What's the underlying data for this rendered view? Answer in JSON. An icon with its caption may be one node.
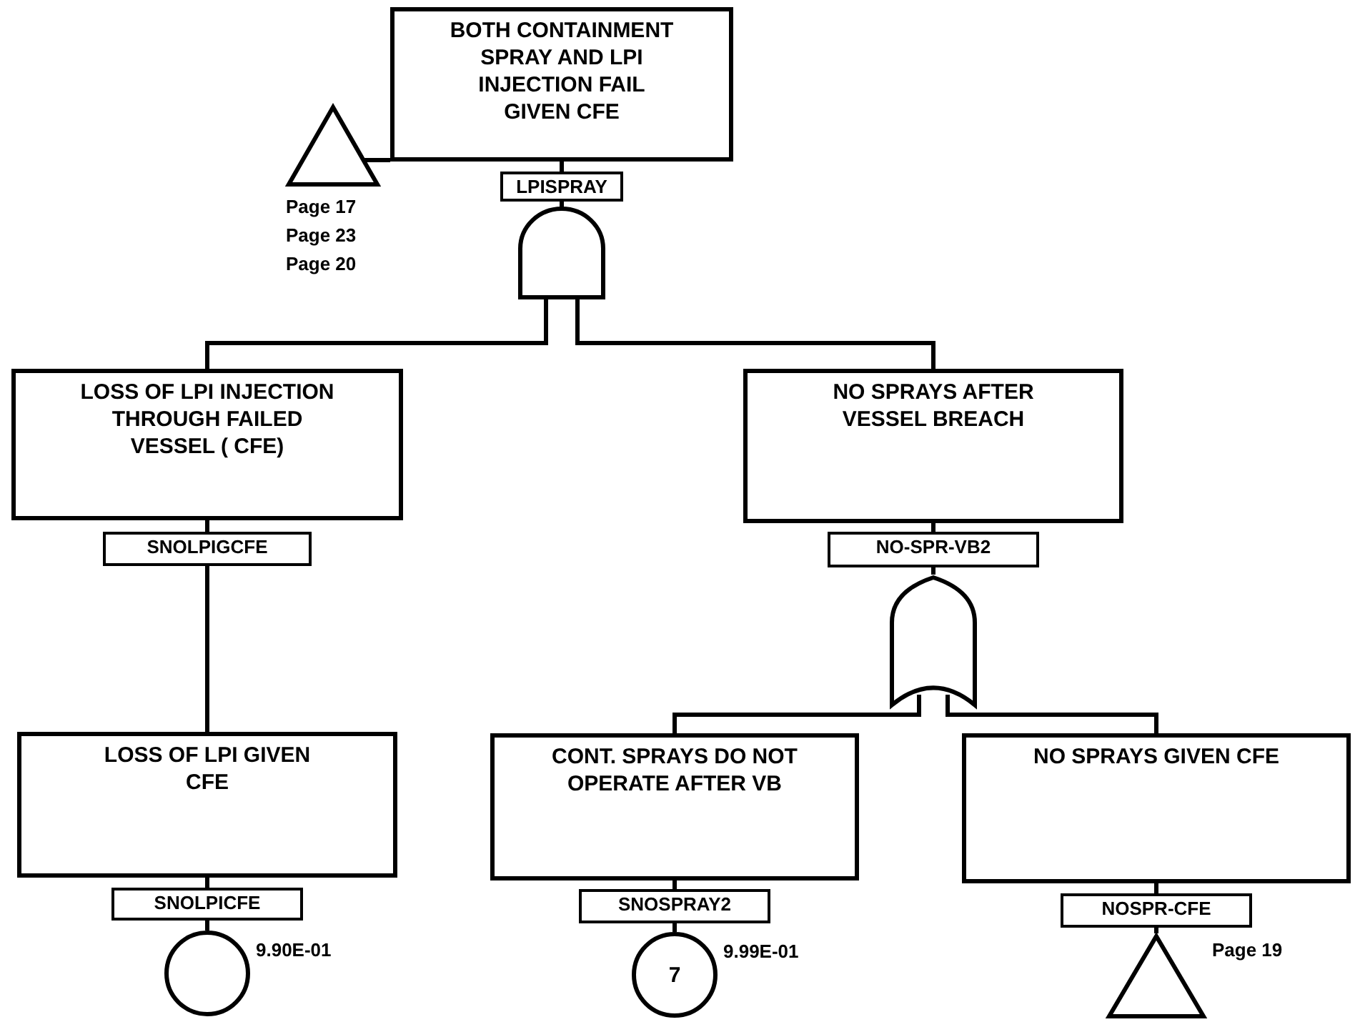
{
  "diagram": {
    "nodes": [
      {
        "text": [
          "BOTH CONTAINMENT SPRAY AND LPI INJECTION FAIL GIVEN CFE"
        ]
      },
      {
        "text": [
          "LPISPRAY"
        ]
      },
      {
        "text": [],
        "shape": "gate"
      },
      {
        "text": [],
        "shape": "triangle",
        "beside": [
          "Page 17",
          "Page 23",
          "Page 20"
        ]
      },
      {
        "text": [
          "LOSS OF LPI INJECTION THROUGH FAILED VESSEL ( CFE)"
        ]
      },
      {
        "text": [
          "SNOLPIGCFE"
        ]
      },
      {
        "text": [
          "LOSS OF LPI GIVEN CFE"
        ]
      },
      {
        "text": [
          "SNOLPICFE"
        ]
      },
      {
        "text": [],
        "shape": "circle",
        "beside": [
          "9.90E-01"
        ]
      },
      {
        "text": [
          "NO SPRAYS AFTER VESSEL BREACH"
        ]
      },
      {
        "text": [
          "NO-SPR-VB2"
        ]
      },
      {
        "text": [],
        "shape": "gate"
      },
      {
        "text": [
          "CONT. SPRAYS DO NOT OPERATE AFTER VB"
        ]
      },
      {
        "text": [
          "SNOSPRAY2"
        ]
      },
      {
        "text": [
          "7"
        ],
        "beside": [
          "9.99E-01"
        ]
      },
      {
        "text": [
          "NO SPRAYS GIVEN CFE"
        ]
      },
      {
        "text": [
          "NOSPR-CFE"
        ]
      },
      {
        "text": [],
        "shape": "triangle",
        "beside": [
          "Page 19"
        ]
      }
    ],
    "edges": [
      {
        "from": 0,
        "to": 1,
        "arrow": "none"
      },
      {
        "from": 1,
        "to": 2,
        "arrow": "none"
      },
      {
        "from": 3,
        "to": 0,
        "arrow": "none"
      },
      {
        "from": 2,
        "to": 4,
        "arrow": "none"
      },
      {
        "from": 2,
        "to": 9,
        "arrow": "none"
      },
      {
        "from": 4,
        "to": 5,
        "arrow": "none"
      },
      {
        "from": 5,
        "to": 6,
        "arrow": "none"
      },
      {
        "from": 6,
        "to": 7,
        "arrow": "none"
      },
      {
        "from": 7,
        "to": 8,
        "arrow": "none"
      },
      {
        "from": 9,
        "to": 10,
        "arrow": "none"
      },
      {
        "from": 10,
        "to": 11,
        "arrow": "none"
      },
      {
        "from": 11,
        "to": 12,
        "arrow": "none"
      },
      {
        "from": 11,
        "to": 15,
        "arrow": "none"
      },
      {
        "from": 12,
        "to": 13,
        "arrow": "none"
      },
      {
        "from": 13,
        "to": 14,
        "arrow": "none"
      },
      {
        "from": 15,
        "to": 16,
        "arrow": "none"
      },
      {
        "from": 16,
        "to": 17,
        "arrow": "none"
      }
    ]
  }
}
